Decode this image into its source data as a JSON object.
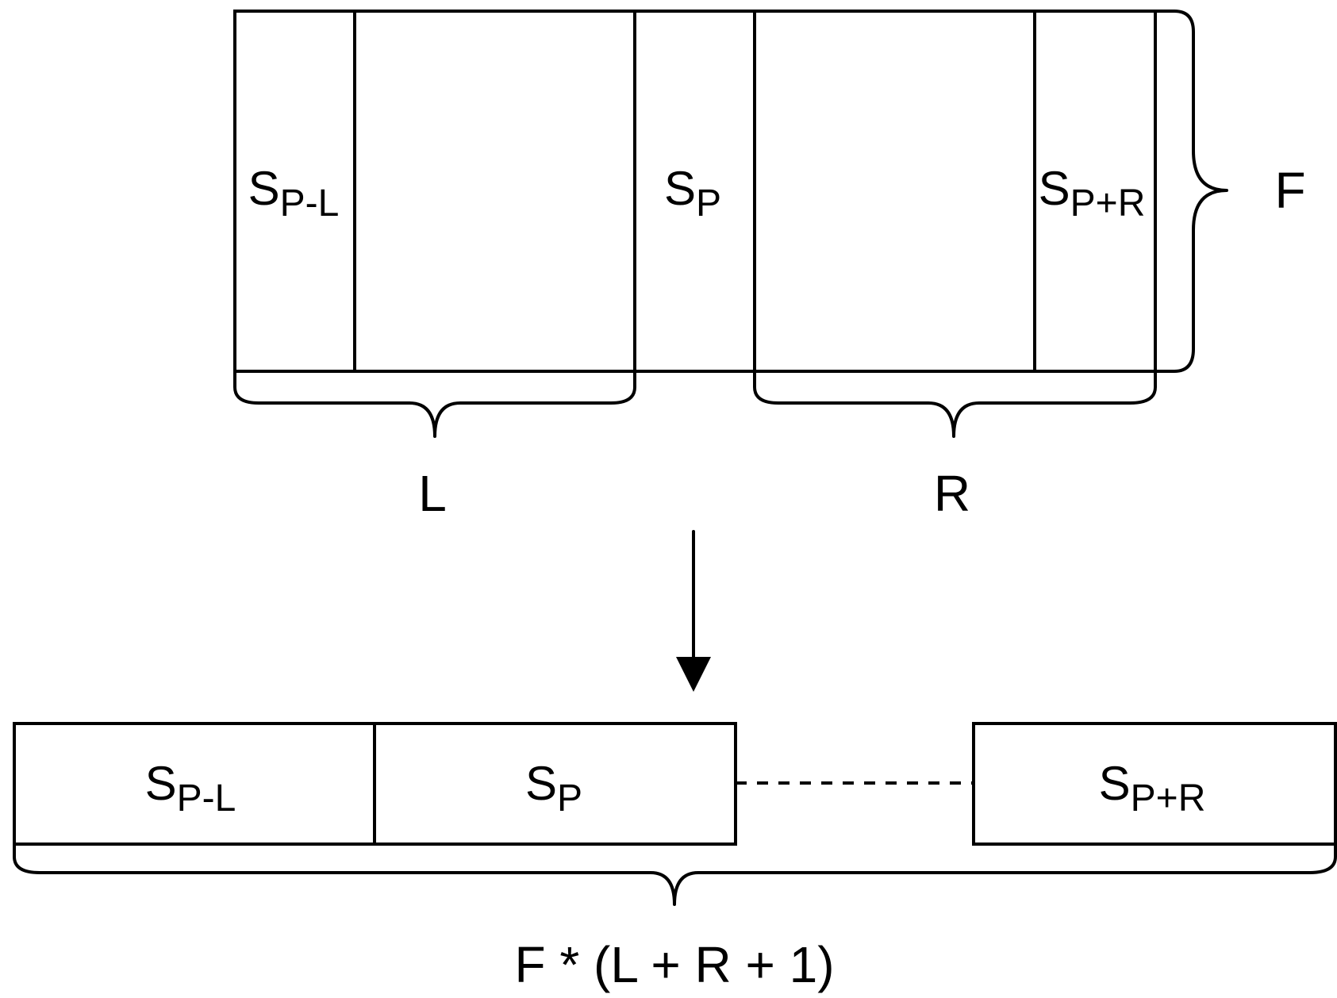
{
  "frame_block": {
    "cells": [
      {
        "base": "S",
        "sub": "P-L"
      },
      {
        "base": "",
        "sub": ""
      },
      {
        "base": "S",
        "sub": "P"
      },
      {
        "base": "",
        "sub": ""
      },
      {
        "base": "S",
        "sub": "P+R"
      }
    ],
    "height_label": "F",
    "left_label": "L",
    "right_label": "R"
  },
  "flat_vector": {
    "cells": [
      {
        "base": "S",
        "sub": "P-L"
      },
      {
        "base": "S",
        "sub": "P"
      },
      {
        "base": "S",
        "sub": "P+R"
      }
    ],
    "total_label": "F * (L + R + 1)"
  },
  "colors": {
    "stroke": "#000000",
    "background": "#ffffff"
  }
}
